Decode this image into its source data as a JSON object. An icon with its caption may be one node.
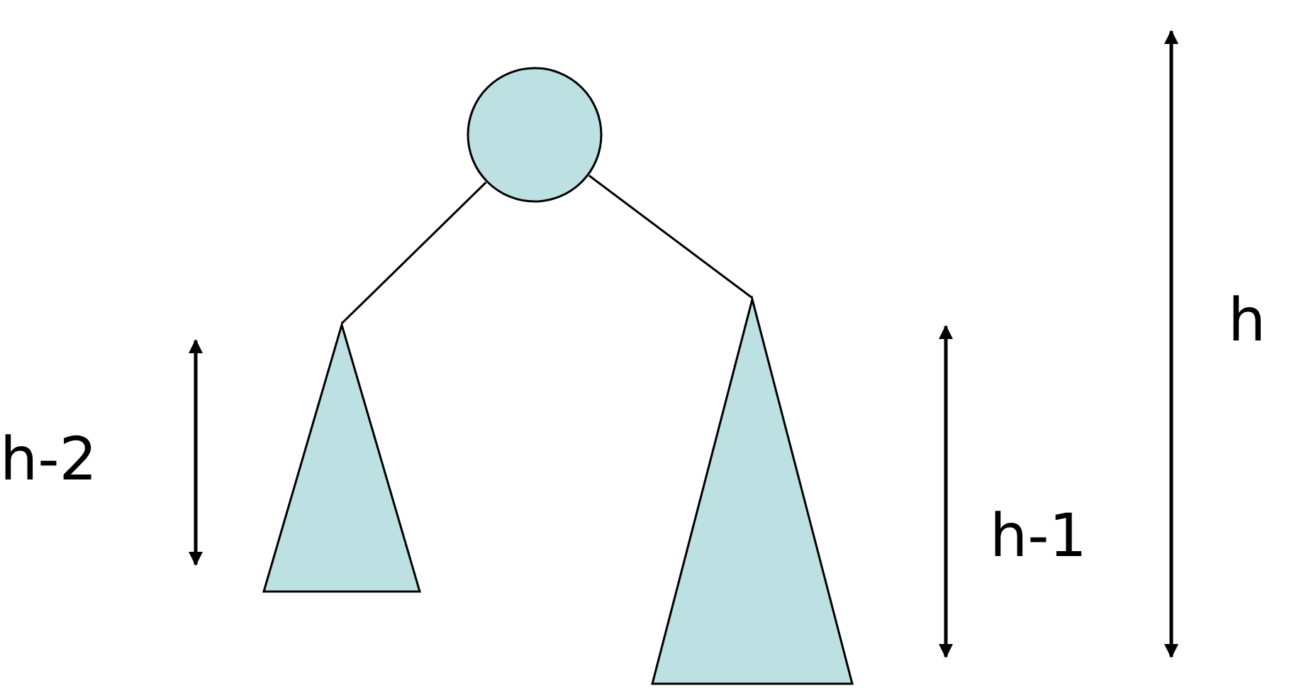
{
  "diagram": {
    "nodes": [
      {
        "text": [],
        "shape": "circle"
      },
      {
        "text": [],
        "shape": "triangle"
      },
      {
        "text": [],
        "shape": "triangle"
      }
    ],
    "edges": [
      {
        "from": 0,
        "to": 1,
        "arrow": "none"
      },
      {
        "from": 0,
        "to": 2,
        "arrow": "none"
      }
    ],
    "labels": [
      "h-2",
      "h-1",
      "h"
    ]
  }
}
